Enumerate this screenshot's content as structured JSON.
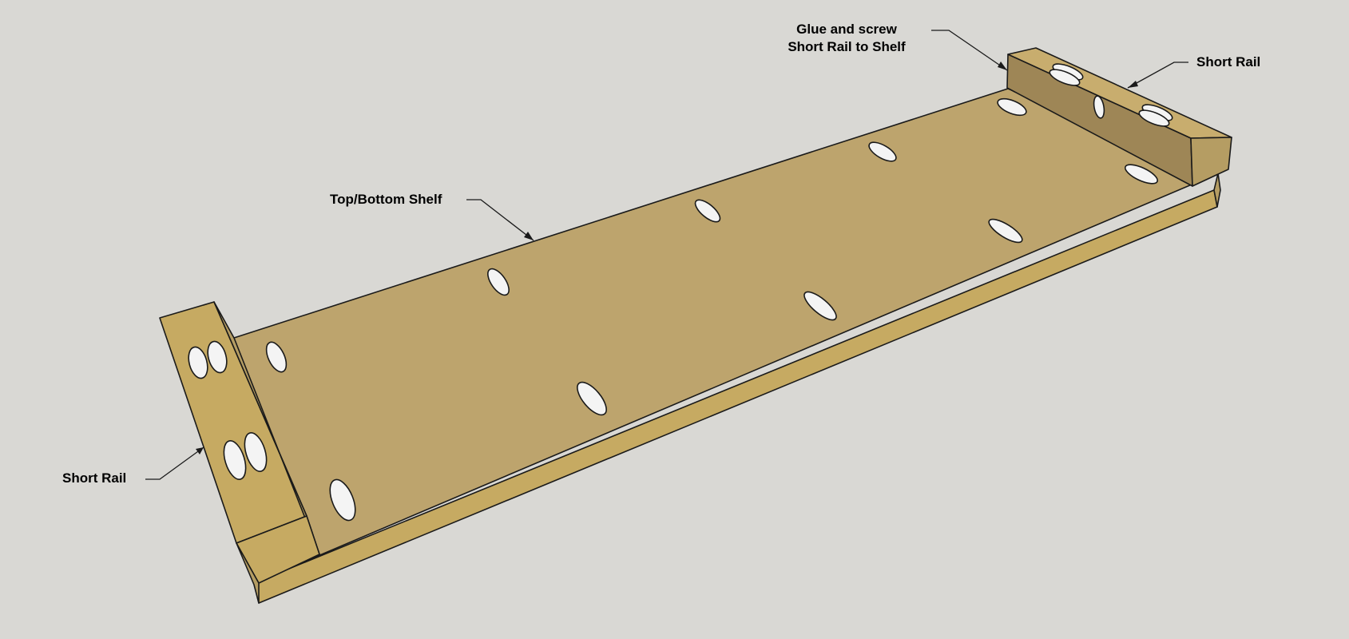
{
  "labels": {
    "glue_line1": "Glue and screw",
    "glue_line2": "Short Rail to Shelf",
    "short_rail_right": "Short Rail",
    "shelf": "Top/Bottom Shelf",
    "short_rail_left": "Short Rail"
  },
  "colors": {
    "background": "#d9d8d4",
    "wood_top": "#bda46d",
    "wood_front": "#c6aa62",
    "wood_side": "#b59d63",
    "rail_inner": "#9e8656",
    "rail_top": "#c8ad6e",
    "outline": "#1a1a1a",
    "pocket_hole": "#f4f4f4"
  },
  "icons": {
    "pocket_holes": "pocket-hole-icon"
  }
}
